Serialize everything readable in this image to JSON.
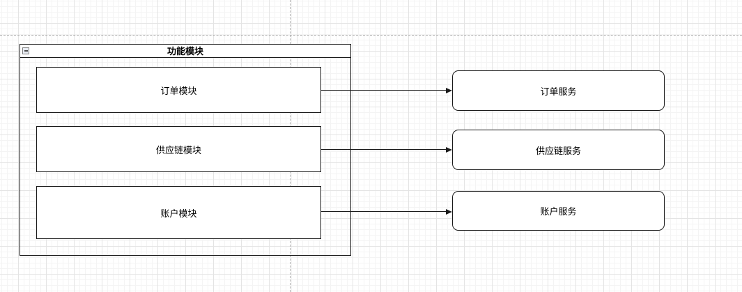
{
  "canvas": {
    "background_color": "#ffffff",
    "grid_minor_color": "#f4f4f4",
    "grid_major_color": "#e4e4e4",
    "page_guide_color": "#a9a9a9",
    "shape_stroke_color": "#1a1a1a",
    "shape_fill_color": "#ffffff"
  },
  "diagram": {
    "container": {
      "title": "功能模块",
      "collapse_icon": "collapse-minus-icon"
    },
    "modules": [
      {
        "id": "order-module",
        "label": "订单模块"
      },
      {
        "id": "supply-chain-module",
        "label": "供应链模块"
      },
      {
        "id": "account-module",
        "label": "账户模块"
      }
    ],
    "services": [
      {
        "id": "order-service",
        "label": "订单服务"
      },
      {
        "id": "supply-chain-service",
        "label": "供应链服务"
      },
      {
        "id": "account-service",
        "label": "账户服务"
      }
    ],
    "edges": [
      {
        "from": "order-module",
        "to": "order-service"
      },
      {
        "from": "supply-chain-module",
        "to": "supply-chain-service"
      },
      {
        "from": "account-module",
        "to": "account-service"
      }
    ]
  }
}
